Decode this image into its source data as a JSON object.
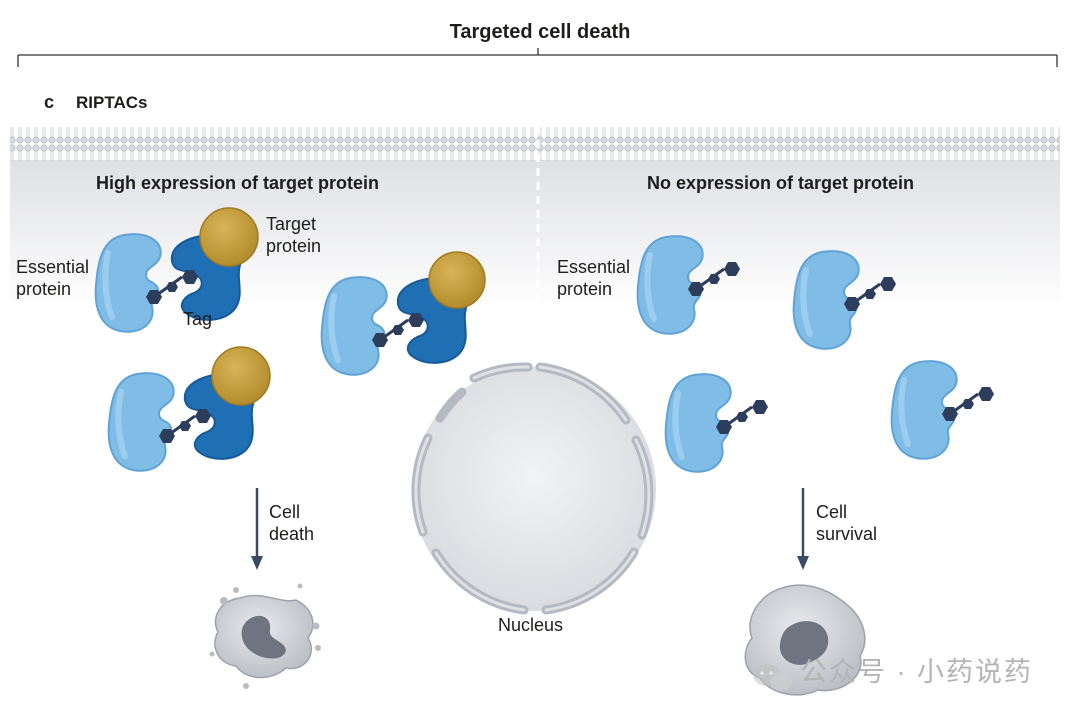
{
  "title": "Targeted cell death",
  "panel": {
    "letter": "c",
    "name": "RIPTACs"
  },
  "left": {
    "heading": "High expression of target protein",
    "labels": {
      "essential": "Essential\nprotein",
      "target": "Target\nprotein",
      "tag": "Tag",
      "outcome": "Cell\ndeath"
    }
  },
  "right": {
    "heading": "No expression of target protein",
    "labels": {
      "essential": "Essential\nprotein",
      "outcome": "Cell\nsurvival"
    }
  },
  "nucleus_label": "Nucleus",
  "watermark": "公众号 · 小药说药",
  "colors": {
    "essential_protein": "#7fbde6",
    "tag": "#1f6fb5",
    "target_protein": "#c9a13a",
    "linker": "#2c3e5c",
    "membrane": "#c8cbd1",
    "cytoplasm_gradient_top": "#e6e7ea",
    "nucleus": "#d9dbe0",
    "arrow": "#3a4a63"
  }
}
